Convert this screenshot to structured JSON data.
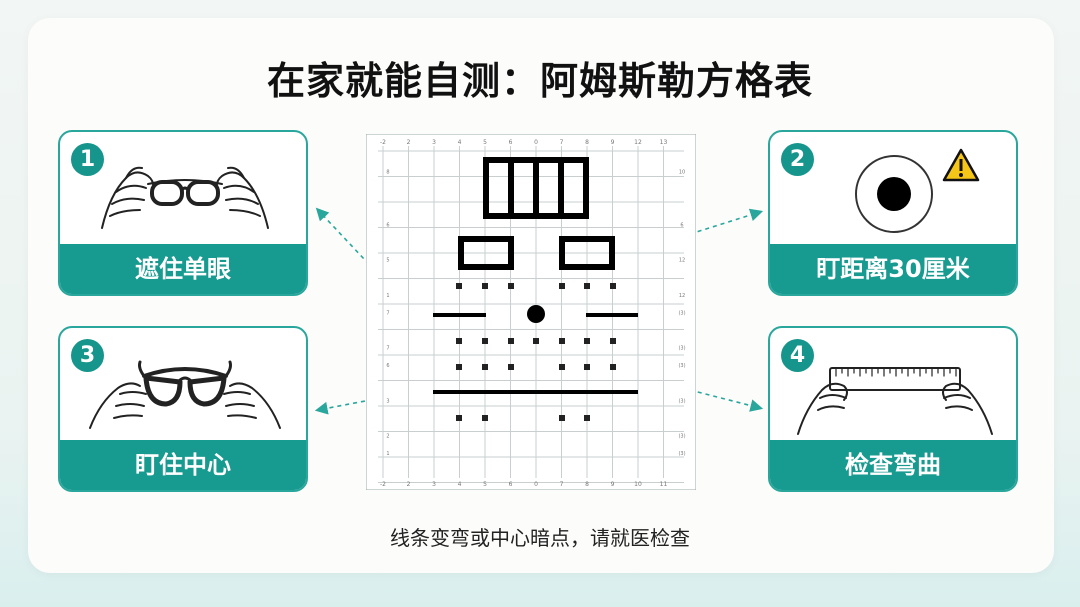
{
  "title": "在家就能自测：阿姆斯勒方格表",
  "caption": "线条变弯或中心暗点，请就医检查",
  "colors": {
    "teal": "#179a8f",
    "teal_border": "#29a79c",
    "warning": "#f5c518"
  },
  "steps": [
    {
      "number": "1",
      "label": "遮住单眼",
      "icon": "hands-holding-glasses-icon"
    },
    {
      "number": "2",
      "label": "盯距离30厘米",
      "icon": "target-dot-icon"
    },
    {
      "number": "3",
      "label": "盯住中心",
      "icon": "hands-holding-glasses-icon"
    },
    {
      "number": "4",
      "label": "检查弯曲",
      "icon": "hands-holding-ruler-icon"
    }
  ],
  "grid": {
    "top_ticks": [
      "-2",
      "2",
      "3",
      "4",
      "5",
      "6",
      "0",
      "7",
      "8",
      "9",
      "12",
      "13"
    ],
    "bottom_ticks": [
      "-2",
      "2",
      "3",
      "4",
      "5",
      "6",
      "0",
      "7",
      "8",
      "9",
      "10",
      "11"
    ],
    "left_ticks": [
      "",
      "8",
      "",
      "",
      "6",
      "",
      "5",
      "",
      "1",
      "7",
      "",
      "7",
      "6",
      "",
      "3",
      "",
      "2",
      "1",
      ""
    ],
    "right_ticks": [
      "",
      "10",
      "",
      "",
      "6",
      "",
      "12",
      "",
      "12",
      "(3)",
      "",
      "(3)",
      "(3)",
      "",
      "(3)",
      "",
      "(3)",
      "(3)",
      ""
    ]
  }
}
